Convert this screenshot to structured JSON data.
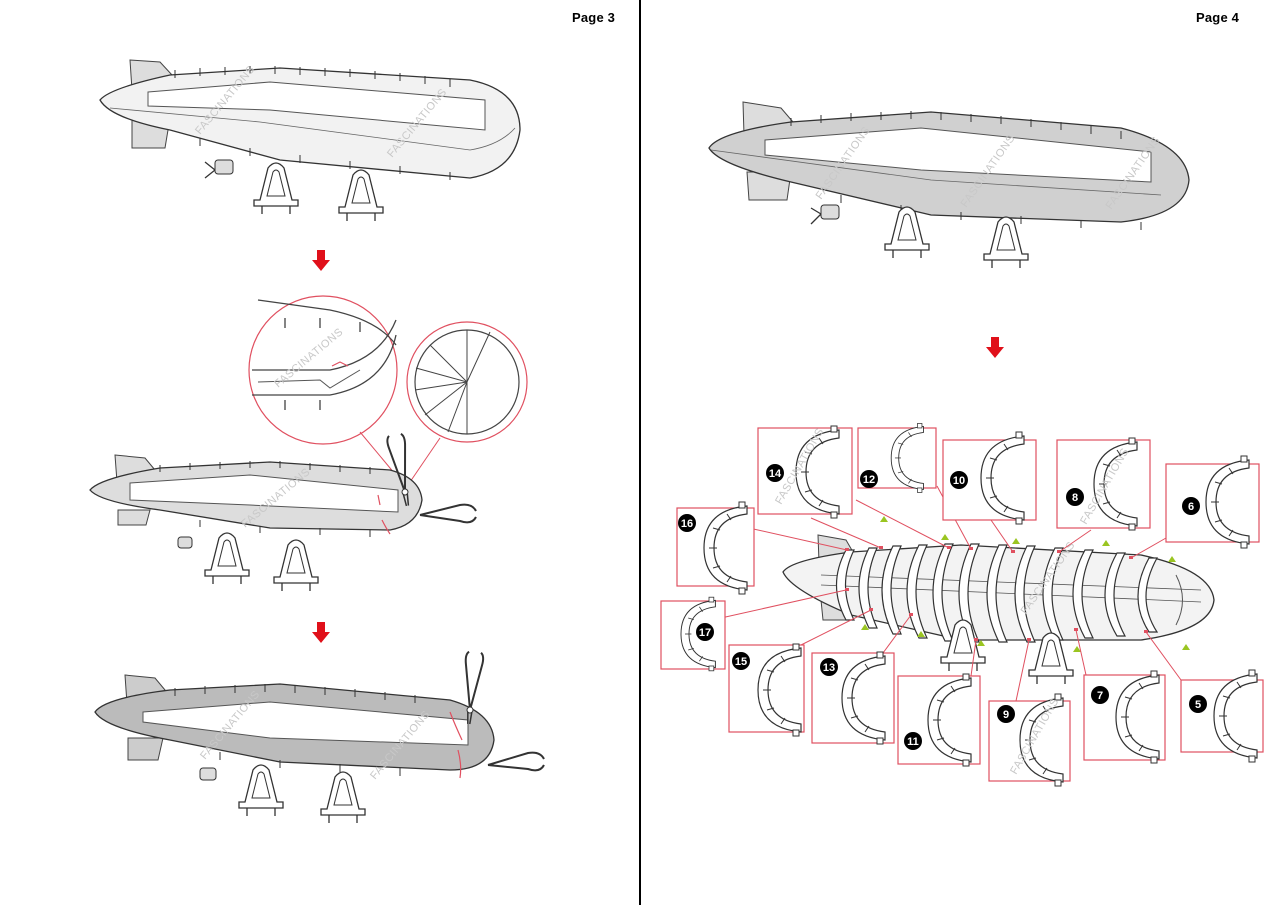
{
  "pages": [
    {
      "number_label": "Page 3"
    },
    {
      "number_label": "Page 4"
    }
  ],
  "watermark": "FASCINATIONS",
  "step_arrow_color": "#e0101a",
  "callout_color": "#e05060",
  "part_numbers": {
    "p5": "5",
    "p6": "6",
    "p7": "7",
    "p8": "8",
    "p9": "9",
    "p10": "10",
    "p11": "11",
    "p12": "12",
    "p13": "13",
    "p14": "14",
    "p15": "15",
    "p16": "16",
    "p17": "17"
  }
}
